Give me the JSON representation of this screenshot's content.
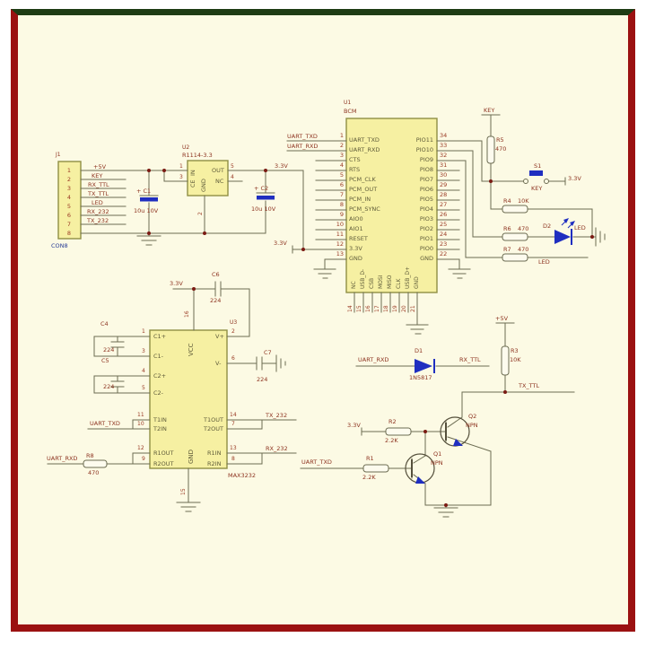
{
  "colors": {
    "sheet_background": "#fcfae4",
    "chip_fill": "#f6f0a2",
    "chip_border": "#8f8f45",
    "wire": "#6c6c52",
    "label_red": "#8d3320",
    "component_blue": "#1f2ec0",
    "frame_red": "#9b1111",
    "frame_green": "#1e3c14"
  },
  "j1": {
    "ref": "J1",
    "type": "CON8",
    "pin_numbers": [
      "1",
      "2",
      "3",
      "4",
      "5",
      "6",
      "7",
      "8"
    ],
    "nets": {
      "v5": "+5V",
      "key": "KEY",
      "rx_ttl": "RX_TTL",
      "tx_ttl": "TX_TTL",
      "led": "LED",
      "rx_232": "RX_232",
      "tx_232": "TX_232"
    }
  },
  "u2": {
    "ref": "U2",
    "part": "R1114-3.3",
    "pin_in": "IN",
    "pin_ce": "CE",
    "pin_out": "OUT",
    "pin_nc": "NC",
    "pin_gnd": "GND",
    "num_in": "1",
    "num_ce": "3",
    "num_out": "5",
    "num_nc": "4",
    "num_gnd": "2",
    "c1_ref": "+ C1",
    "c1_value": "10u 10V",
    "c2_ref": "+ C2",
    "c2_value": "10u 10V",
    "net_v33_a": "3.3V",
    "net_v33_b": "3.3V"
  },
  "u1": {
    "ref": "U1",
    "part": "BCM",
    "net_txd": "UART_TXD",
    "net_rxd": "UART_RXD",
    "left_nums": [
      "1",
      "2",
      "3",
      "4",
      "5",
      "6",
      "7",
      "8",
      "9",
      "10",
      "11",
      "12",
      "13"
    ],
    "left_names": [
      "UART_TXD",
      "UART_RXD",
      "CTS",
      "RTS",
      "PCM_CLK",
      "PCM_OUT",
      "PCM_IN",
      "PCM_SYNC",
      "AIO0",
      "AIO1",
      "RESET",
      "3.3V",
      "GND"
    ],
    "right_nums": [
      "34",
      "33",
      "32",
      "31",
      "30",
      "29",
      "28",
      "27",
      "26",
      "25",
      "24",
      "23",
      "22"
    ],
    "right_names": [
      "PIO11",
      "PIO10",
      "PIO9",
      "PIO8",
      "PIO7",
      "PIO6",
      "PIO5",
      "PIO4",
      "PIO3",
      "PIO2",
      "PIO1",
      "PIO0",
      "GND"
    ],
    "bottom_nums": [
      "14",
      "15",
      "16",
      "17",
      "18",
      "19",
      "20",
      "21"
    ],
    "bottom_names": [
      "NC",
      "USB_D-",
      "CSB",
      "MOSI",
      "MISO",
      "CLK",
      "USB_D+",
      "GND"
    ]
  },
  "key_circuit": {
    "net_key": "KEY",
    "r5_ref": "R5",
    "r5_val": "470",
    "s1_ref": "S1",
    "s1_label": "KEY",
    "net_v33": "3.3V",
    "r4_ref": "R4",
    "r4_val": "10K",
    "r6_ref": "R6",
    "r6_val": "470",
    "d2_ref": "D2",
    "d2_label": "LED",
    "r7_ref": "R7",
    "r7_val": "470",
    "net_led": "LED"
  },
  "u3": {
    "ref": "U3",
    "part": "MAX3232",
    "net_v33": "3.3V",
    "c6_ref": "C6",
    "c6_val": "224",
    "c4_ref": "C4",
    "c4_val": "224",
    "c5_ref": "C5",
    "c5_val": "224",
    "c7_ref": "C7",
    "c7_val": "224",
    "r8_ref": "R8",
    "r8_val": "470",
    "pin_vcc": "VCC",
    "pin_gnd": "GND",
    "num_vcc": "16",
    "num_gnd": "15",
    "left_names": [
      "C1+",
      "C1-",
      "C2+",
      "C2-",
      "T1IN",
      "T2IN",
      "R1OUT",
      "R2OUT"
    ],
    "left_nums": [
      "1",
      "3",
      "4",
      "5",
      "11",
      "10",
      "12",
      "9"
    ],
    "right_names": [
      "V+",
      "V-",
      "T1OUT",
      "T2OUT",
      "R1IN",
      "R2IN"
    ],
    "right_nums": [
      "2",
      "6",
      "14",
      "7",
      "13",
      "8"
    ],
    "net_uart_txd": "UART_TXD",
    "net_uart_rxd": "UART_RXD",
    "net_tx232": "TX_232",
    "net_rx232": "RX_232"
  },
  "level": {
    "net_uart_rxd": "UART_RXD",
    "d1_ref": "D1",
    "d1_part": "1N5817",
    "net_rx_ttl": "RX_TTL",
    "net_v5": "+5V",
    "r3_ref": "R3",
    "r3_val": "10K",
    "net_tx_ttl": "TX_TTL",
    "q2_ref": "Q2",
    "q2_type": "NPN",
    "net_v33": "3.3V",
    "r2_ref": "R2",
    "r2_val": "2.2K",
    "q1_ref": "Q1",
    "q1_type": "NPN",
    "net_uart_txd": "UART_TXD",
    "r1_ref": "R1",
    "r1_val": "2.2K"
  }
}
